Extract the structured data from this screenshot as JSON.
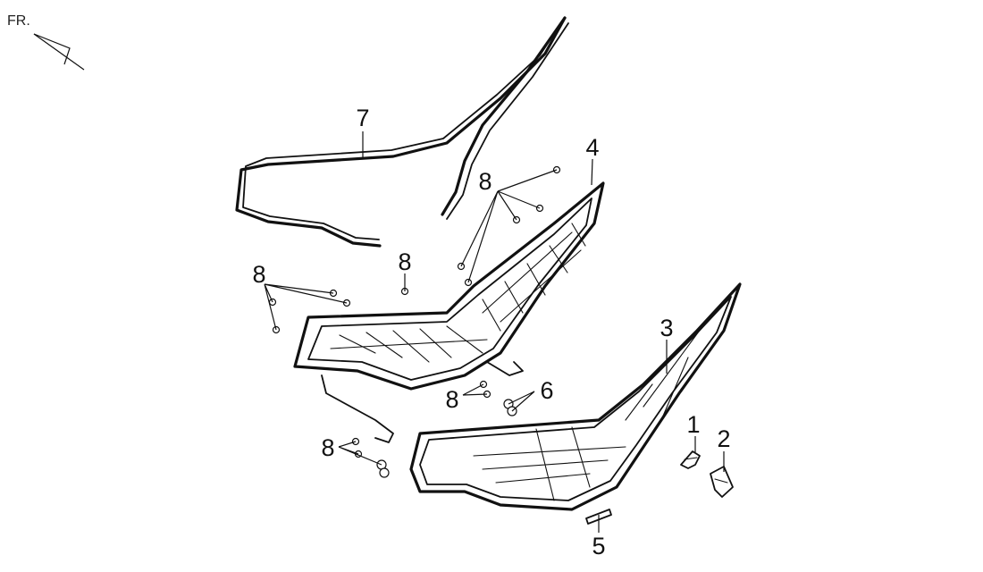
{
  "orientation": {
    "label": "FR."
  },
  "callouts": [
    {
      "id": "c1",
      "number": "1"
    },
    {
      "id": "c2",
      "number": "2"
    },
    {
      "id": "c3",
      "number": "3"
    },
    {
      "id": "c4",
      "number": "4"
    },
    {
      "id": "c5",
      "number": "5"
    },
    {
      "id": "c6",
      "number": "6"
    },
    {
      "id": "c7",
      "number": "7"
    },
    {
      "id": "c8a",
      "number": "8"
    },
    {
      "id": "c8b",
      "number": "8"
    },
    {
      "id": "c8c",
      "number": "8"
    },
    {
      "id": "c8d",
      "number": "8"
    },
    {
      "id": "c8e",
      "number": "8"
    }
  ]
}
